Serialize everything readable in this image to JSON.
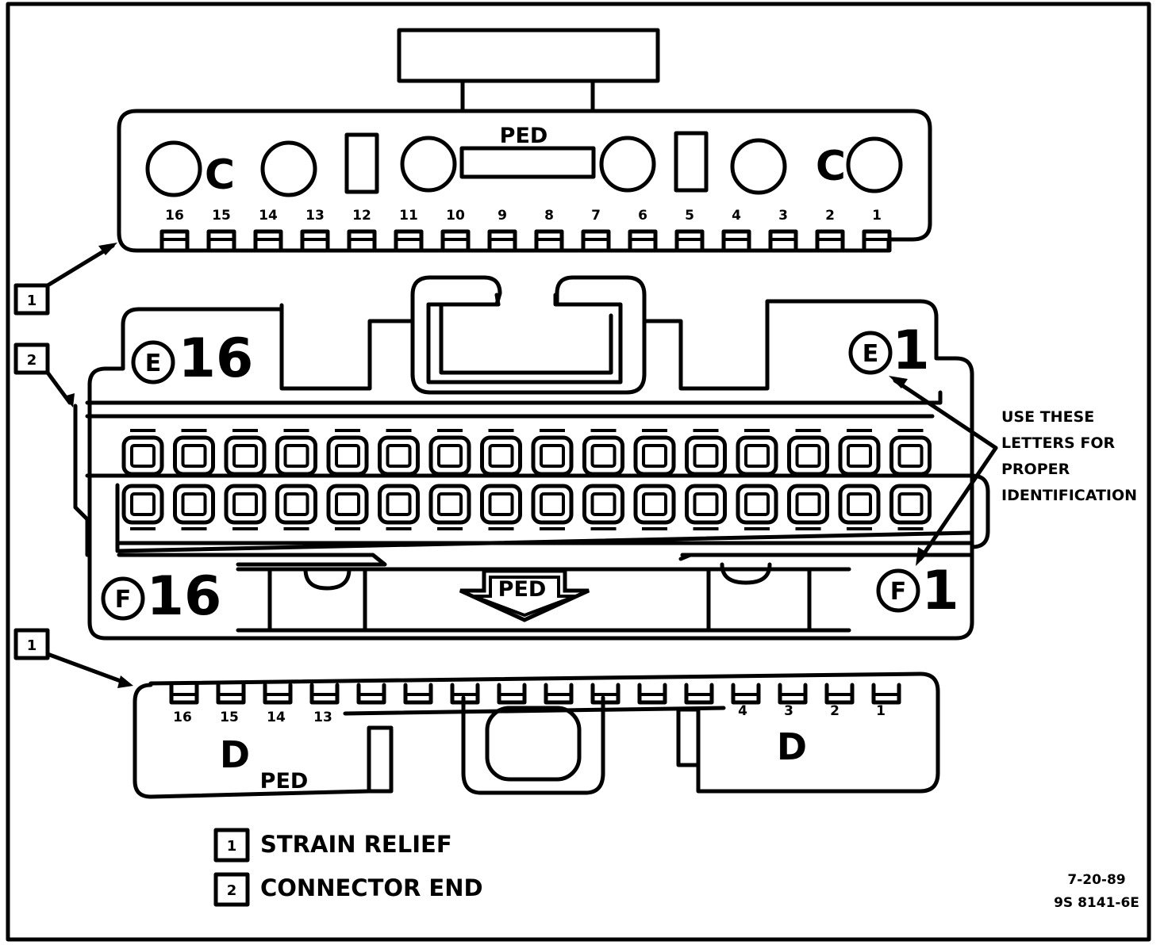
{
  "top_connector": {
    "pins": [
      "16",
      "15",
      "14",
      "13",
      "12",
      "11",
      "10",
      "9",
      "8",
      "7",
      "6",
      "5",
      "4",
      "3",
      "2",
      "1"
    ],
    "label": "PED",
    "letter_left": "C",
    "letter_right": "C"
  },
  "middle_connector": {
    "row_e": {
      "letter": "E",
      "left_num": "16",
      "right_num": "1"
    },
    "row_f": {
      "letter": "F",
      "left_num": "16",
      "right_num": "1"
    },
    "ped_arrow_label": "PED"
  },
  "bottom_connector": {
    "pins_left": [
      "16",
      "15",
      "14",
      "13"
    ],
    "pins_right": [
      "4",
      "3",
      "2",
      "1"
    ],
    "letter_left": "D",
    "letter_right": "D",
    "label": "PED"
  },
  "callouts": {
    "strain_relief_marker": "1",
    "connector_end_marker": "2"
  },
  "note": [
    "USE THESE",
    "LETTERS FOR",
    "PROPER",
    "IDENTIFICATION"
  ],
  "legend": [
    {
      "marker": "1",
      "text": "STRAIN RELIEF"
    },
    {
      "marker": "2",
      "text": "CONNECTOR END"
    }
  ],
  "drawing_codes": [
    "7-20-89",
    "9S 8141-6E"
  ]
}
